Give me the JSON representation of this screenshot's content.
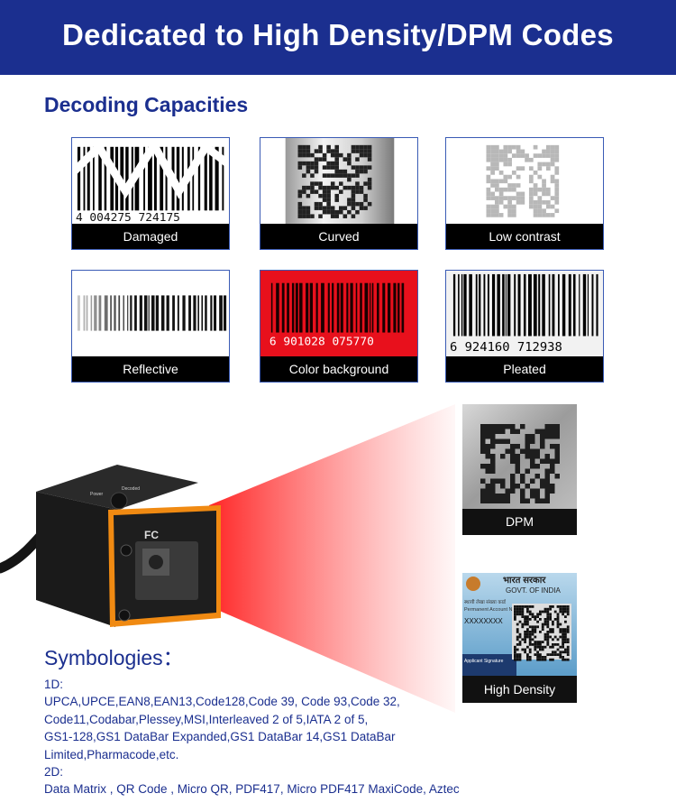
{
  "banner": {
    "title": "Dedicated to High Density/DPM Codes"
  },
  "decoding": {
    "title": "Decoding Capacities",
    "tiles": [
      {
        "caption": "Damaged",
        "digits": "4  004275  724175"
      },
      {
        "caption": "Curved"
      },
      {
        "caption": "Low contrast"
      },
      {
        "caption": "Reflective"
      },
      {
        "caption": "Color background",
        "digits": "6  901028  075770"
      },
      {
        "caption": "Pleated",
        "digits": "6  924160  712938"
      },
      {
        "caption": "DPM"
      },
      {
        "caption": "High Density",
        "card_header": "भारत सरकार",
        "card_govt": "GOVT. OF INDIA",
        "card_line1": "स्थायी लेखा संख्या कार्ड",
        "card_line2": "Permanent Account Number Card",
        "card_num": "XXXXXXXX",
        "card_sign": "Applicant Signature"
      }
    ]
  },
  "device": {
    "label_power": "Power",
    "label_decode": "Decoded",
    "mark": "FC"
  },
  "symbologies": {
    "title": "Symbologies：",
    "d1_label": "1D:",
    "d1_lines": [
      "UPCA,UPCE,EAN8,EAN13,Code128,Code 39, Code 93,Code 32,",
      "Code11,Codabar,Plessey,MSI,Interleaved 2 of 5,IATA 2 of 5,",
      "GS1-128,GS1 DataBar Expanded,GS1 DataBar 14,GS1 DataBar",
      "Limited,Pharmacode,etc."
    ],
    "d2_label": "2D:",
    "d2_text": "Data Matrix , QR Code , Micro QR,  PDF417, Micro PDF417 MaxiCode,  Aztec"
  },
  "colors": {
    "brand_blue": "#1b2f8f",
    "beam_red": "#ff1f1f",
    "accent_orange": "#f08a12"
  }
}
